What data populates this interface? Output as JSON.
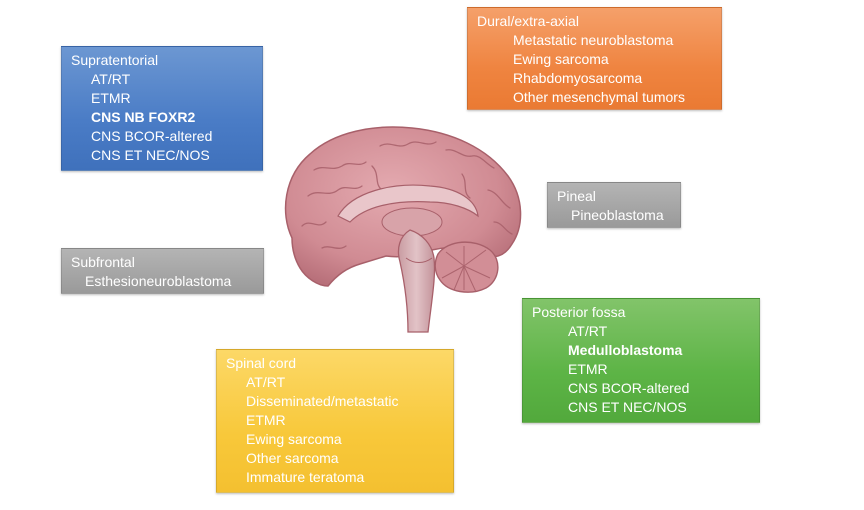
{
  "boxes": {
    "supratentorial": {
      "title": "Supratentorial",
      "items": [
        "AT/RT",
        "ETMR",
        "CNS NB FOXR2",
        "CNS BCOR-altered",
        "CNS ET NEC/NOS"
      ]
    },
    "dural": {
      "title": "Dural/extra-axial",
      "items": [
        "Metastatic neuroblastoma",
        "Ewing sarcoma",
        "Rhabdomyosarcoma",
        "Other mesenchymal tumors"
      ]
    },
    "pineal": {
      "title": "Pineal",
      "items": [
        "Pineoblastoma"
      ]
    },
    "subfrontal": {
      "title": "Subfrontal",
      "items": [
        "Esthesioneuroblastoma"
      ]
    },
    "posterior": {
      "title": "Posterior fossa",
      "items": [
        "AT/RT",
        "Medulloblastoma",
        "ETMR",
        "CNS BCOR-altered",
        "CNS ET NEC/NOS"
      ]
    },
    "spinal": {
      "title": "Spinal cord",
      "items": [
        "AT/RT",
        "Disseminated/metastatic",
        "ETMR",
        "Ewing sarcoma",
        "Other sarcoma",
        "Immature teratoma"
      ]
    }
  },
  "colors": {
    "supratentorial": "#4a7cc6",
    "dural": "#ef8440",
    "pineal": "#a0a0a0",
    "subfrontal": "#a0a0a0",
    "posterior": "#5db446",
    "spinal": "#f8c83a",
    "brain": "#d4939a"
  },
  "illustration": "brain-sagittal-icon"
}
